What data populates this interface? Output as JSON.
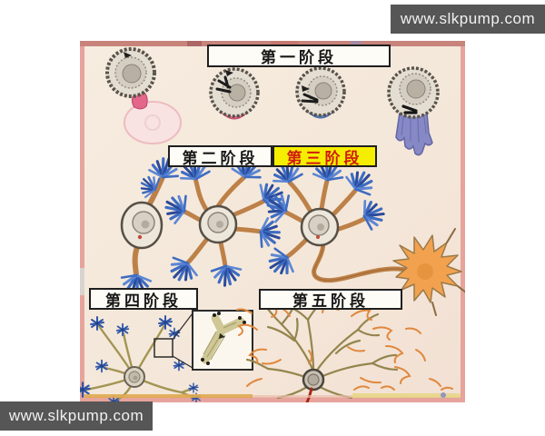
{
  "watermarks": {
    "top": "www.slkpump.com",
    "bottom": "www.slkpump.com"
  },
  "figure": {
    "stage_labels": [
      {
        "text": "第一阶段",
        "highlight": false
      },
      {
        "text": "第二阶段",
        "highlight": false
      },
      {
        "text": "第三阶段",
        "highlight": true,
        "bg": "#f6ee00",
        "fg": "#cf1d0e"
      },
      {
        "text": "第四阶段",
        "highlight": false
      },
      {
        "text": "第五阶段",
        "highlight": false
      }
    ],
    "colors": {
      "banner_gray": "#565656",
      "frame_salmon": "#e7a49c",
      "paper_cream": "#f4e8db",
      "process_tan": "#bd8148",
      "tuft_blue": "#3e6cc2",
      "star_blue": "#2f55a8",
      "growth_cone_orange": "#f2a24e",
      "arbor_olive": "#94854e",
      "arbor_orange": "#e0883d",
      "axon_red": "#a82818",
      "pink_crescent": "#e4678b",
      "blue_crescent": "#5b87c9",
      "skirt_violet": "#7d82c4",
      "highlight_yellow": "#f6ee00",
      "highlight_red_text": "#cf1d0e"
    }
  }
}
